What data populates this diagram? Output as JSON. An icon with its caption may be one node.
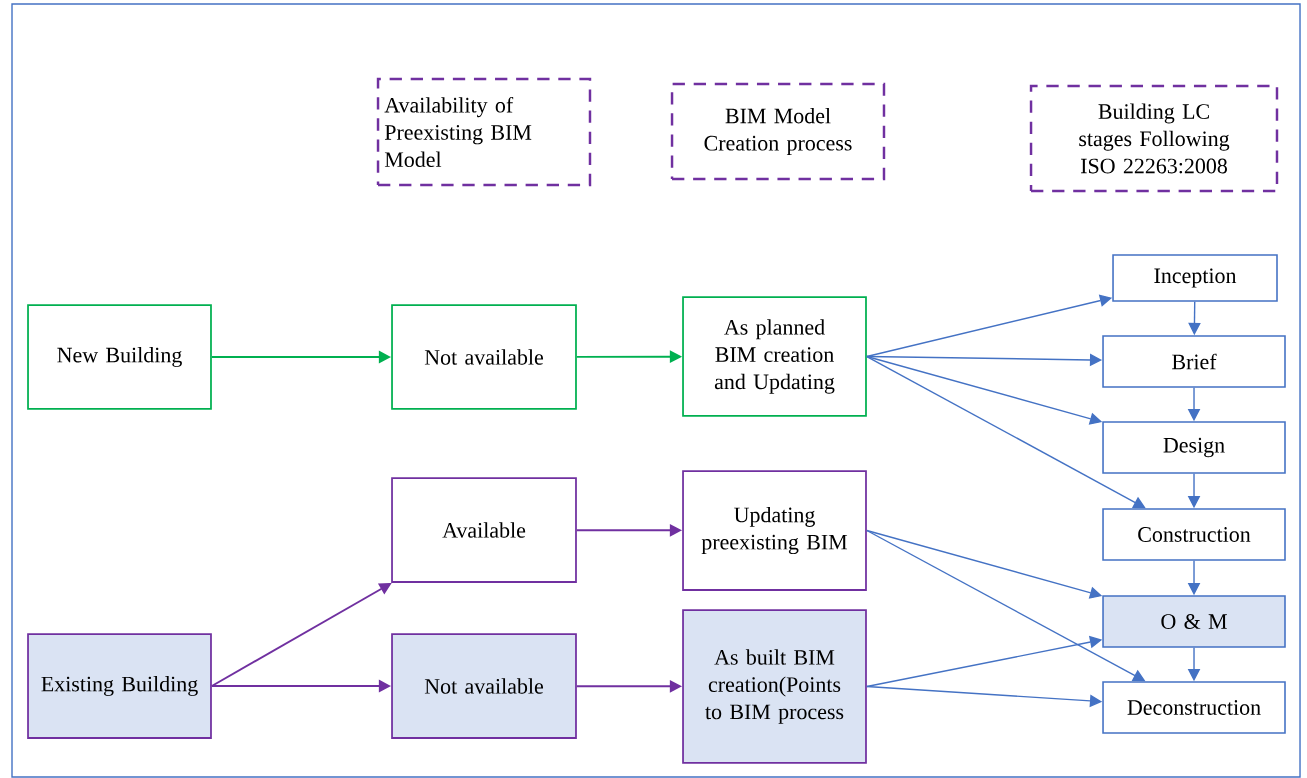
{
  "diagram": {
    "nodes": [
      {
        "text": [
          "Availability of Preexisting BIM Model"
        ]
      },
      {
        "text": [
          "BIM Model Creation process"
        ]
      },
      {
        "text": [
          "Building LC stages Following ISO 22263:2008"
        ]
      },
      {
        "text": [
          "New Building"
        ]
      },
      {
        "text": [
          "Not available"
        ]
      },
      {
        "text": [
          "As planned BIM creation and Updating"
        ]
      },
      {
        "text": [
          "Inception"
        ]
      },
      {
        "text": [
          "Brief"
        ]
      },
      {
        "text": [
          "Design"
        ]
      },
      {
        "text": [
          "Construction"
        ]
      },
      {
        "text": [
          "Available"
        ]
      },
      {
        "text": [
          "Updating preexisting BIM"
        ]
      },
      {
        "text": [
          "Existing Building"
        ]
      },
      {
        "text": [
          "Not available"
        ]
      },
      {
        "text": [
          "As built BIM creation(Points to BIM process"
        ]
      },
      {
        "text": [
          "O & M"
        ]
      },
      {
        "text": [
          "Deconstruction"
        ]
      }
    ],
    "edges": [
      {
        "from": 3,
        "to": 4,
        "arrow": "to",
        "color": "#00b050"
      },
      {
        "from": 4,
        "to": 5,
        "arrow": "to",
        "color": "#00b050"
      },
      {
        "from": 5,
        "to": 6,
        "arrow": "to"
      },
      {
        "from": 5,
        "to": 7,
        "arrow": "to"
      },
      {
        "from": 5,
        "to": 8,
        "arrow": "to"
      },
      {
        "from": 5,
        "to": 9,
        "arrow": "to"
      },
      {
        "from": 6,
        "to": 7,
        "arrow": "to"
      },
      {
        "from": 7,
        "to": 8,
        "arrow": "to"
      },
      {
        "from": 8,
        "to": 9,
        "arrow": "to"
      },
      {
        "from": 9,
        "to": 15,
        "arrow": "to"
      },
      {
        "from": 15,
        "to": 16,
        "arrow": "to"
      },
      {
        "from": 12,
        "to": 10,
        "arrow": "to",
        "color": "#7030a0"
      },
      {
        "from": 12,
        "to": 13,
        "arrow": "to",
        "color": "#7030a0"
      },
      {
        "from": 10,
        "to": 11,
        "arrow": "to",
        "color": "#7030a0"
      },
      {
        "from": 13,
        "to": 14,
        "arrow": "to",
        "color": "#7030a0"
      },
      {
        "from": 11,
        "to": 15,
        "arrow": "to"
      },
      {
        "from": 11,
        "to": 16,
        "arrow": "to"
      },
      {
        "from": 14,
        "to": 15,
        "arrow": "to"
      },
      {
        "from": 14,
        "to": 16,
        "arrow": "to"
      }
    ]
  }
}
